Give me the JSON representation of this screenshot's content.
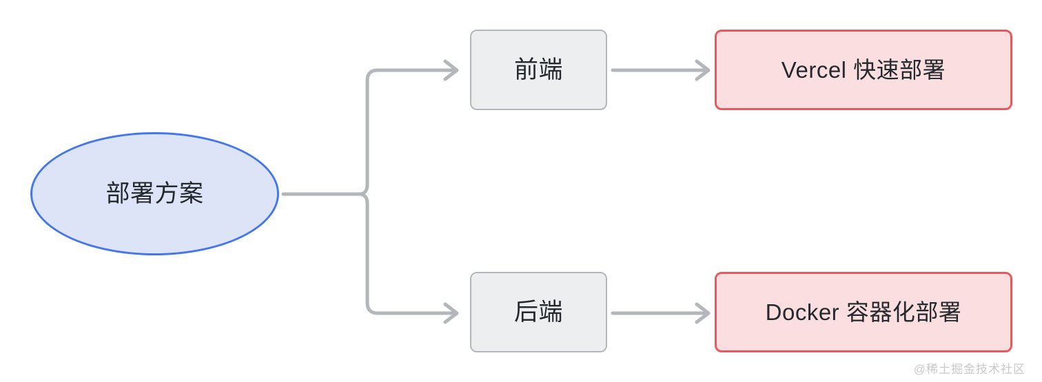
{
  "diagram": {
    "type": "flowchart",
    "direction": "left-to-right",
    "colors": {
      "start_fill": "#dde4f8",
      "start_stroke": "#4478e8",
      "stage_fill": "#eceef0",
      "stage_stroke": "#b3b6ba",
      "result_fill": "#fbdfe0",
      "result_stroke": "#e8595e",
      "edge_stroke": "#b3b6ba",
      "label_text": "#24292e",
      "watermark_text": "#c9c9c9",
      "background": "#ffffff"
    },
    "nodes": {
      "start": {
        "id": "start",
        "shape": "ellipse",
        "label": "部署方案"
      },
      "frontend": {
        "id": "frontend",
        "shape": "rounded-rect",
        "label": "前端"
      },
      "backend": {
        "id": "backend",
        "shape": "rounded-rect",
        "label": "后端"
      },
      "vercel": {
        "id": "vercel",
        "shape": "rounded-rect",
        "label": "Vercel 快速部署"
      },
      "docker": {
        "id": "docker",
        "shape": "rounded-rect",
        "label": "Docker 容器化部署"
      }
    },
    "edges": [
      {
        "id": "start-to-frontend",
        "from": "start",
        "to": "frontend",
        "style": "orthogonal-elbow",
        "arrow": "chevron",
        "label": ""
      },
      {
        "id": "start-to-backend",
        "from": "start",
        "to": "backend",
        "style": "orthogonal-elbow",
        "arrow": "chevron",
        "label": ""
      },
      {
        "id": "frontend-to-vercel",
        "from": "frontend",
        "to": "vercel",
        "style": "straight",
        "arrow": "chevron",
        "label": ""
      },
      {
        "id": "backend-to-docker",
        "from": "backend",
        "to": "docker",
        "style": "straight",
        "arrow": "chevron",
        "label": ""
      }
    ]
  },
  "watermark": {
    "text": "@稀土掘金技术社区"
  }
}
